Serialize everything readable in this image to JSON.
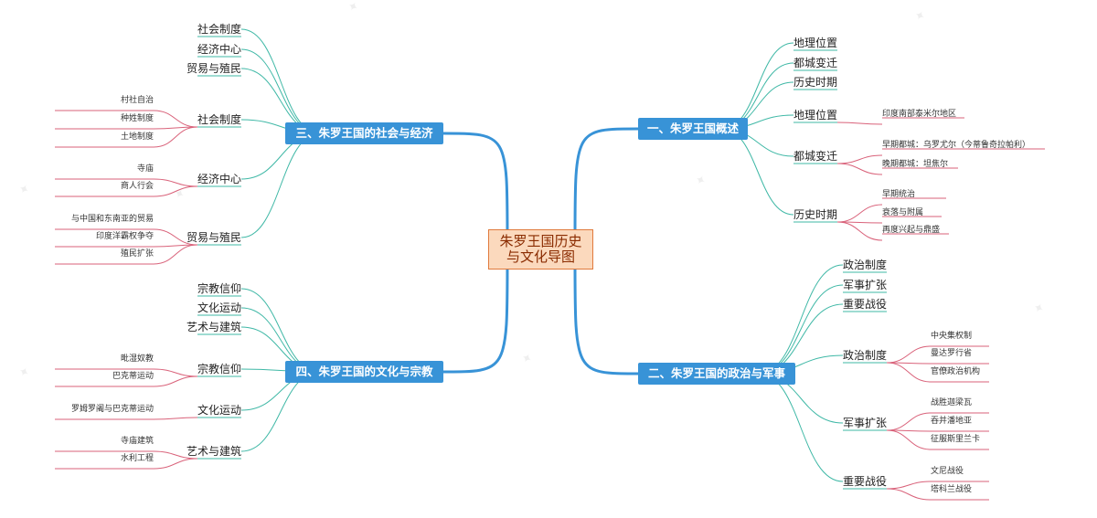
{
  "diagram": {
    "root": {
      "line1": "朱罗王国历史",
      "line2": "与文化导图"
    },
    "branches": [
      {
        "title": "一、朱罗王国概述",
        "summary": [
          "地理位置",
          "都城变迁",
          "历史时期"
        ],
        "groups": [
          {
            "title": "地理位置",
            "items": [
              "印度南部泰米尔地区"
            ]
          },
          {
            "title": "都城变迁",
            "items": [
              "早期都城：乌罗尤尔（今蒂鲁奇拉帕利）",
              "晚期都城：坦焦尔"
            ]
          },
          {
            "title": "历史时期",
            "items": [
              "早期统治",
              "衰落与附属",
              "再度兴起与鼎盛"
            ]
          }
        ]
      },
      {
        "title": "二、朱罗王国的政治与军事",
        "summary": [
          "政治制度",
          "军事扩张",
          "重要战役"
        ],
        "groups": [
          {
            "title": "政治制度",
            "items": [
              "中央集权制",
              "曼达罗行省",
              "官僚政治机构"
            ]
          },
          {
            "title": "军事扩张",
            "items": [
              "战胜迦梁瓦",
              "吞并潘地亚",
              "征服斯里兰卡"
            ]
          },
          {
            "title": "重要战役",
            "items": [
              "文尼战役",
              "塔科兰战役"
            ]
          }
        ]
      },
      {
        "title": "三、朱罗王国的社会与经济",
        "summary": [
          "社会制度",
          "经济中心",
          "贸易与殖民"
        ],
        "groups": [
          {
            "title": "社会制度",
            "items": [
              "村社自治",
              "种姓制度",
              "土地制度"
            ]
          },
          {
            "title": "经济中心",
            "items": [
              "寺庙",
              "商人行会"
            ]
          },
          {
            "title": "贸易与殖民",
            "items": [
              "与中国和东南亚的贸易",
              "印度洋霸权争夺",
              "殖民扩张"
            ]
          }
        ]
      },
      {
        "title": "四、朱罗王国的文化与宗教",
        "summary": [
          "宗教信仰",
          "文化运动",
          "艺术与建筑"
        ],
        "groups": [
          {
            "title": "宗教信仰",
            "items": [
              "毗湿奴教",
              "巴克蒂运动"
            ]
          },
          {
            "title": "文化运动",
            "items": [
              "罗姆罗阇与巴克蒂运动"
            ]
          },
          {
            "title": "艺术与建筑",
            "items": [
              "寺庙建筑",
              "水利工程"
            ]
          }
        ]
      }
    ],
    "colors": {
      "trunk": "#3893d7",
      "leaf_line": "#3fb8a6",
      "item_line": "#d9627a",
      "root_fill": "#fbd9bd",
      "root_border": "#e07a3c"
    }
  }
}
